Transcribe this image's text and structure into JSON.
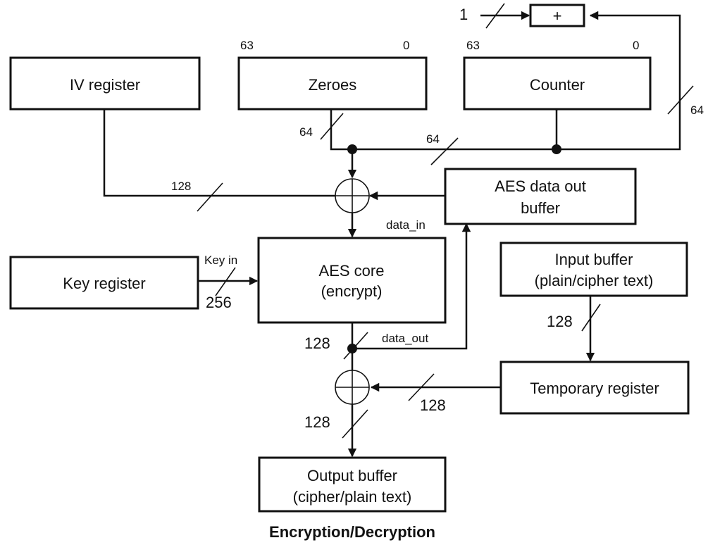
{
  "blocks": {
    "iv_register": "IV register",
    "zeroes": "Zeroes",
    "counter": "Counter",
    "adder": "+",
    "aes_data_out_buffer": [
      "AES data out",
      "buffer"
    ],
    "key_register": "Key register",
    "aes_core": [
      "AES core",
      "(encrypt)"
    ],
    "input_buffer": [
      "Input buffer",
      "(plain/cipher text)"
    ],
    "temporary_register": "Temporary register",
    "output_buffer": [
      "Output buffer",
      "(cipher/plain text)"
    ]
  },
  "bit_ranges": {
    "zeroes_msb": "63",
    "zeroes_lsb": "0",
    "counter_msb": "63",
    "counter_lsb": "0"
  },
  "bus_widths": {
    "increment_const": "1",
    "counter_feedback": "64",
    "zeroes_out": "64",
    "counter_out": "64",
    "iv_out": "128",
    "key_in": "256",
    "aes_out": "128",
    "temp_out": "128",
    "input_out": "128",
    "xor_out": "128"
  },
  "signals": {
    "key_in": "Key in",
    "data_in": "data_in",
    "data_out": "data_out"
  },
  "caption": "Encryption/Decryption"
}
